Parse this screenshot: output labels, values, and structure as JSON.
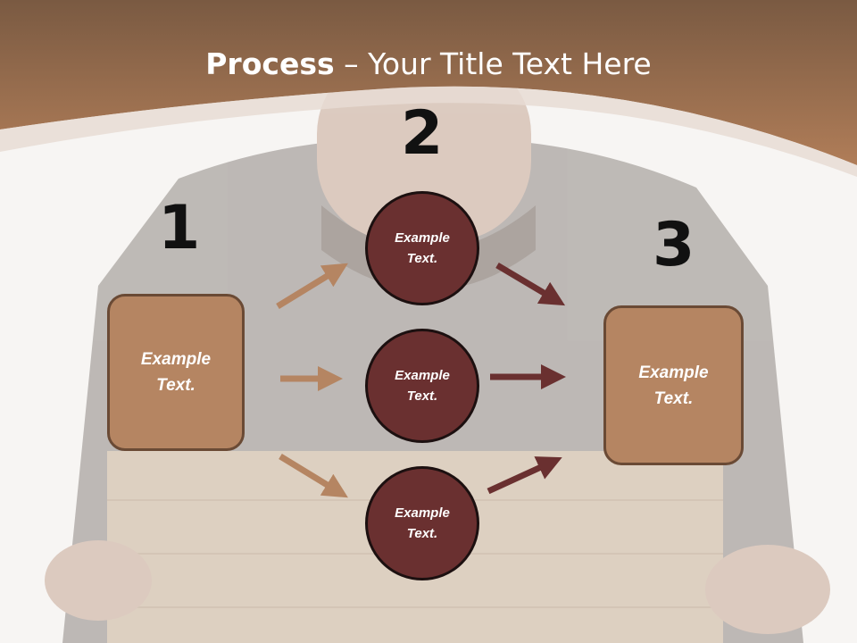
{
  "title": {
    "bold": "Process",
    "rest": " – Your Title Text Here"
  },
  "steps": [
    {
      "number": "1",
      "text": "Example\nText."
    },
    {
      "number": "2",
      "circles": [
        "Example\nText.",
        "Example\nText.",
        "Example\nText."
      ]
    },
    {
      "number": "3",
      "text": "Example\nText."
    }
  ],
  "colors": {
    "header": "#a47452",
    "box_fill": "#b58562",
    "circle_fill": "#6a3030",
    "arrow_light": "#b58562",
    "arrow_dark": "#6a3030"
  }
}
